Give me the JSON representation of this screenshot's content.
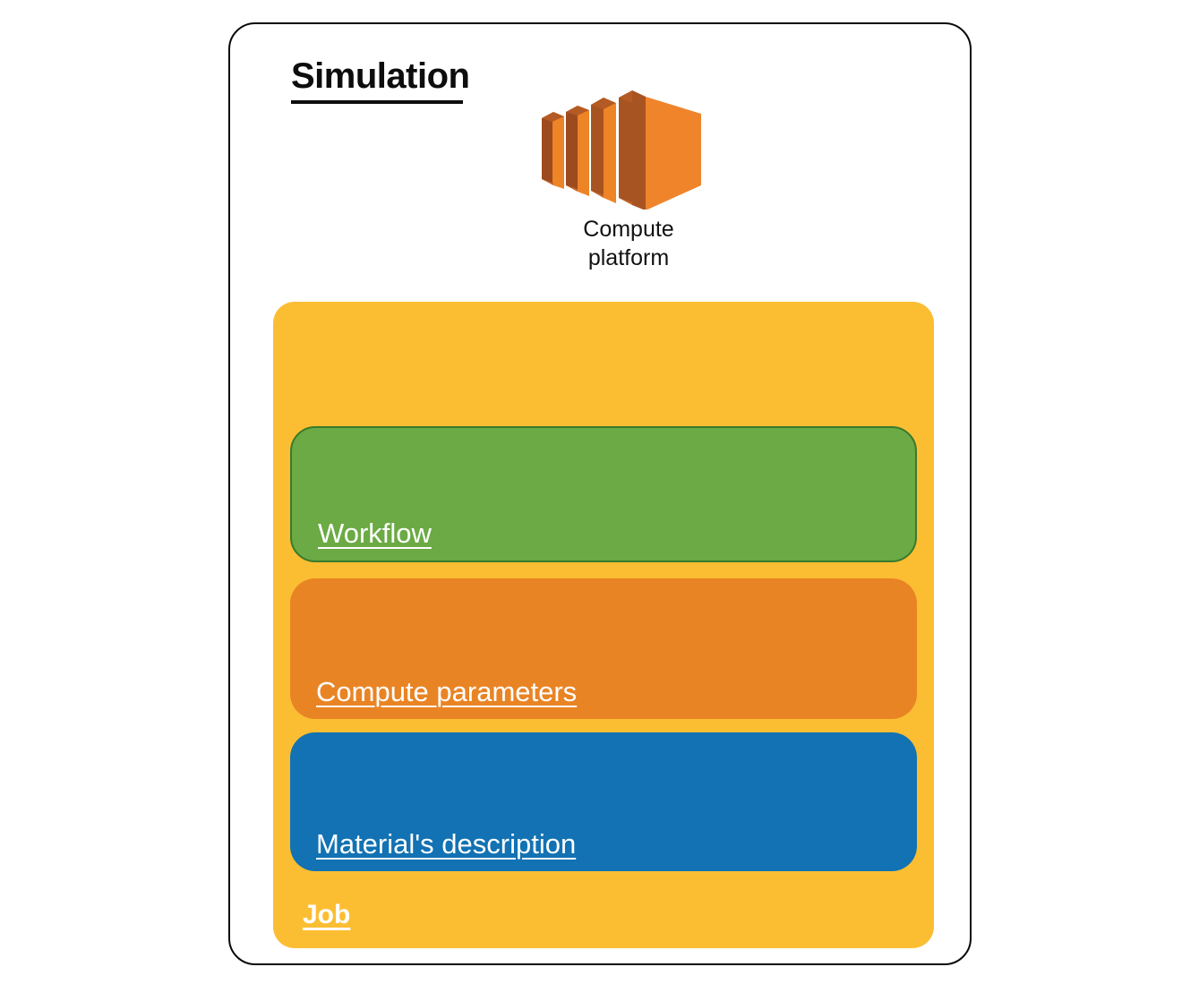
{
  "diagram": {
    "title": "Simulation",
    "compute_platform": {
      "icon": "aws-compute-platform-icon",
      "caption_line1": "Compute",
      "caption_line2": "platform",
      "colors": {
        "face": "#F0842B",
        "face_alt": "#ED8426",
        "edge_dark": "#9D4A1E",
        "edge_dark_alt": "#A85422",
        "top": "#C4652A"
      }
    },
    "job_container": {
      "label": "Job",
      "color": "#FBBE33",
      "layers": [
        {
          "name": "workflow",
          "label": "Workflow",
          "fill": "#6BAA44",
          "border": "#3A7A2C"
        },
        {
          "name": "compute-parameters",
          "label": "Compute parameters",
          "fill": "#E98425",
          "border": "none"
        },
        {
          "name": "materials-description",
          "label": "Material's description",
          "fill": "#1272B3",
          "border": "none"
        }
      ]
    },
    "card": {
      "border_color": "#0a0a0a",
      "background": "#ffffff"
    }
  }
}
